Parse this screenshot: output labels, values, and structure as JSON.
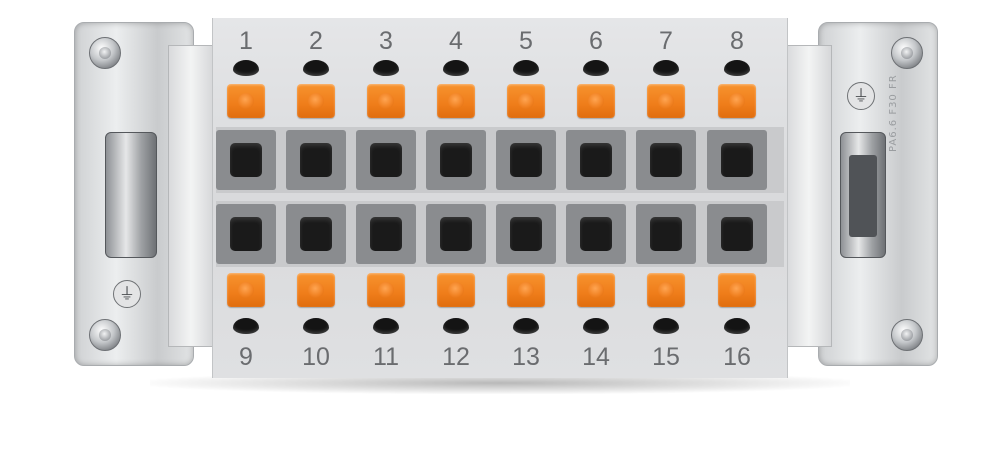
{
  "terminals_top": [
    "1",
    "2",
    "3",
    "4",
    "5",
    "6",
    "7",
    "8"
  ],
  "terminals_bottom": [
    "9",
    "10",
    "11",
    "12",
    "13",
    "14",
    "15",
    "16"
  ],
  "side_marking": "PA6.6 F30 FR",
  "ground_symbol": "⏚",
  "colors": {
    "pusher": "#ef7d1a",
    "housing": "#dcdde0",
    "contact_cell": "#8a8c8f",
    "label_text": "#6a6c6f"
  }
}
